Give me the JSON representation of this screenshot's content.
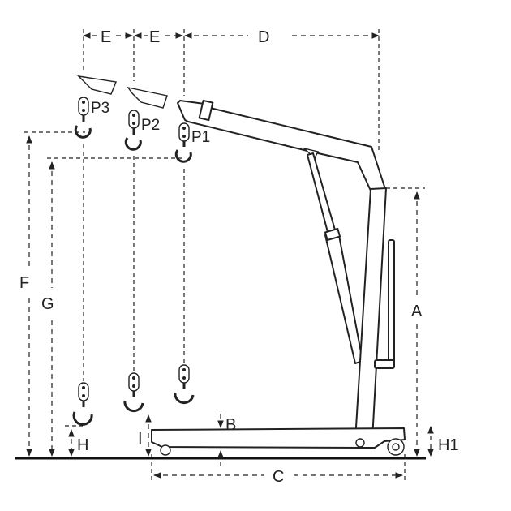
{
  "labels": {
    "E1": "E",
    "E2": "E",
    "D": "D",
    "P1": "P1",
    "P2": "P2",
    "P3": "P3",
    "A": "A",
    "B": "B",
    "C": "C",
    "F": "F",
    "G": "G",
    "H": "H",
    "H1": "H1",
    "I": "I"
  },
  "colors": {
    "line": "#222222",
    "background": "#ffffff"
  }
}
